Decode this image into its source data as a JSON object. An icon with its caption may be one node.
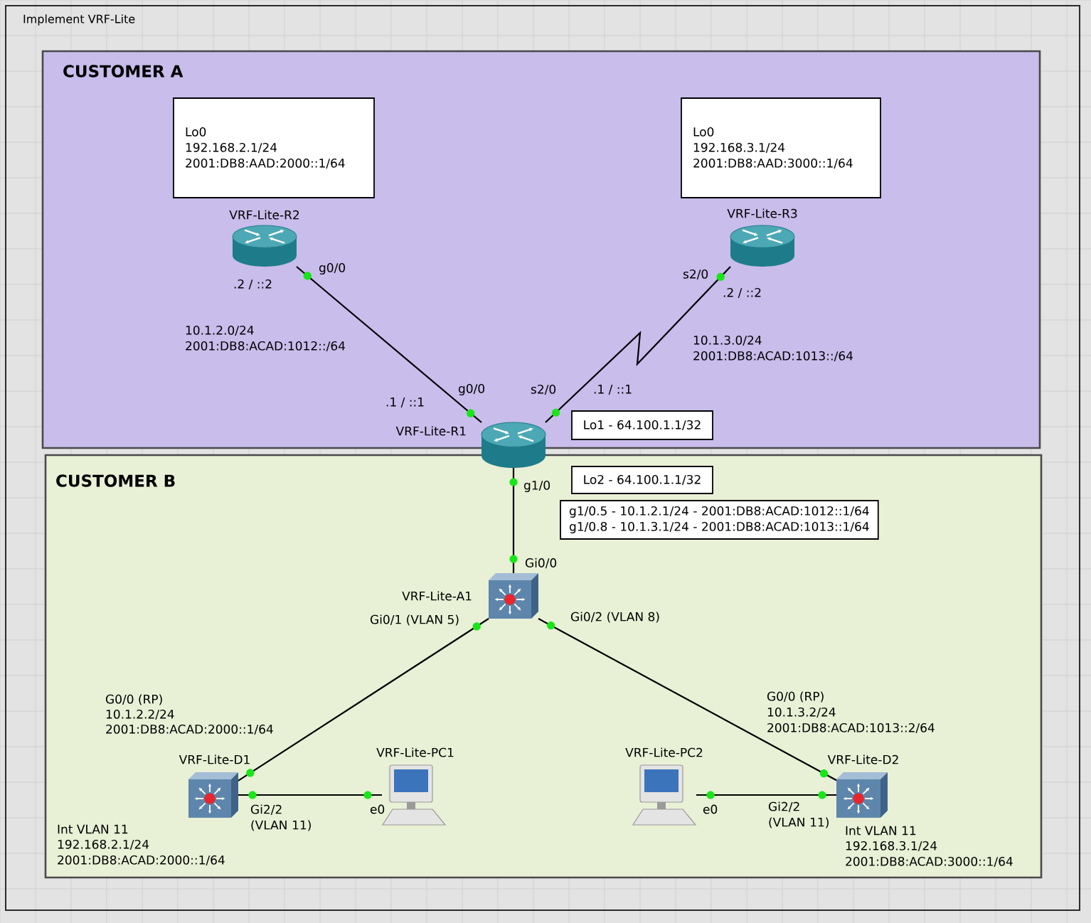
{
  "diagram": {
    "nodes": [
      {
        "text": [
          "Implement VRF-Lite"
        ]
      },
      {
        "text": [
          "CUSTOMER A"
        ],
        "in": 0
      },
      {
        "text": [
          "Lo0",
          "192.168.2.1/24",
          "2001:DB8:AAD:2000::1/64"
        ],
        "in": 1
      },
      {
        "text": [
          "Lo0",
          "192.168.3.1/24",
          "2001:DB8:AAD:3000::1/64"
        ],
        "in": 1
      },
      {
        "text": [
          "VRF-Lite-R2"
        ],
        "in": 1
      },
      {
        "text": [
          "VRF-Lite-R3"
        ],
        "in": 1
      },
      {
        "text": [
          "Lo1 - 64.100.1.1/32"
        ],
        "in": 1
      },
      {
        "text": [
          "VRF-Lite-R1"
        ],
        "in": 0
      },
      {
        "text": [
          "CUSTOMER B"
        ],
        "in": 0
      },
      {
        "text": [
          "Lo2 - 64.100.1.1/32"
        ],
        "in": 8
      },
      {
        "text": [
          "g1/0.5 - 10.1.2.1/24 - 2001:DB8:ACAD:1012::1/64",
          "g1/0.8 - 10.1.3.1/24 - 2001:DB8:ACAD:1013::1/64"
        ],
        "in": 8
      },
      {
        "text": [
          "VRF-Lite-A1"
        ],
        "in": 8
      },
      {
        "text": [
          "VRF-Lite-D1"
        ],
        "in": 8,
        "beside": [
          "Int VLAN 11",
          "192.168.2.1/24",
          "2001:DB8:ACAD:2000::1/64"
        ]
      },
      {
        "text": [
          "VRF-Lite-PC1"
        ],
        "in": 8
      },
      {
        "text": [
          "VRF-Lite-PC2"
        ],
        "in": 8
      },
      {
        "text": [
          "VRF-Lite-D2"
        ],
        "in": 8,
        "beside": [
          "Int VLAN 11",
          "192.168.3.1/24",
          "2001:DB8:ACAD:3000::1/64"
        ]
      }
    ],
    "edges": [
      {
        "from": 4,
        "to": 7,
        "arrow": "none",
        "label": "10.1.2.0/24 2001:DB8:ACAD:1012::/64"
      },
      {
        "from": 5,
        "to": 7,
        "arrow": "none",
        "label": "10.1.3.0/24 2001:DB8:ACAD:1013::/64"
      },
      {
        "from": 7,
        "to": 11,
        "arrow": "none"
      },
      {
        "from": 11,
        "to": 12,
        "arrow": "none"
      },
      {
        "from": 11,
        "to": 15,
        "arrow": "none"
      },
      {
        "from": 12,
        "to": 13,
        "arrow": "none"
      },
      {
        "from": 14,
        "to": 15,
        "arrow": "none"
      }
    ],
    "labels": [
      "g0/0",
      "s2/0",
      ".2 / ::2",
      ".2 / ::2",
      "g0/0",
      "s2/0",
      ".1 / ::1",
      ".1 / ::1",
      "g1/0",
      "Gi0/0",
      "Gi0/1 (VLAN 5)",
      "Gi0/2 (VLAN 8)",
      "G0/0 (RP)",
      "10.1.2.2/24",
      "2001:DB8:ACAD:2000::1/64",
      "G0/0 (RP)",
      "10.1.3.2/24",
      "2001:DB8:ACAD:1013::2/64",
      "Gi2/2 (VLAN 11)",
      "e0",
      "e0",
      "Gi2/2 (VLAN 11)"
    ]
  }
}
